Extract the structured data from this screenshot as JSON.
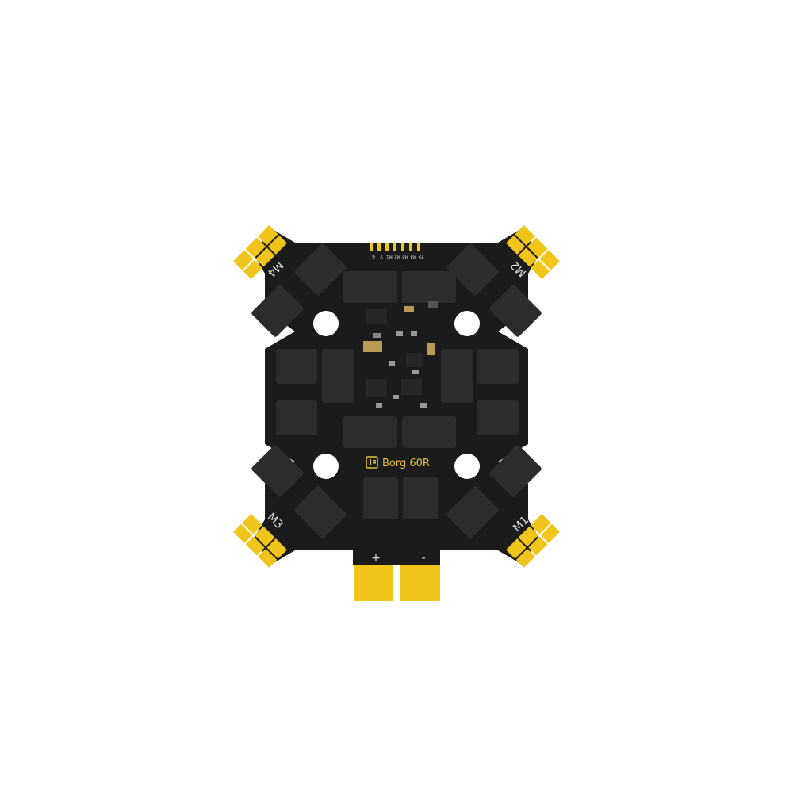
{
  "product": {
    "brand_logo_icon": "brand-logo-icon",
    "name": "Borg 60R"
  },
  "motor_labels": {
    "m1": "M1",
    "m2": "M2",
    "m3": "M3",
    "m4": "M4"
  },
  "power_labels": {
    "positive": "+",
    "negative": "-"
  },
  "connector_pins": [
    "TX",
    "M4",
    "M3",
    "M2",
    "M1",
    "V",
    "G"
  ],
  "colors": {
    "background": "#ffffff",
    "pcb": "#1b1b1b",
    "mosfet": "#2c2c2c",
    "pad": "#f0c419",
    "silkscreen": "#e8c235",
    "hole": "#ffffff"
  }
}
